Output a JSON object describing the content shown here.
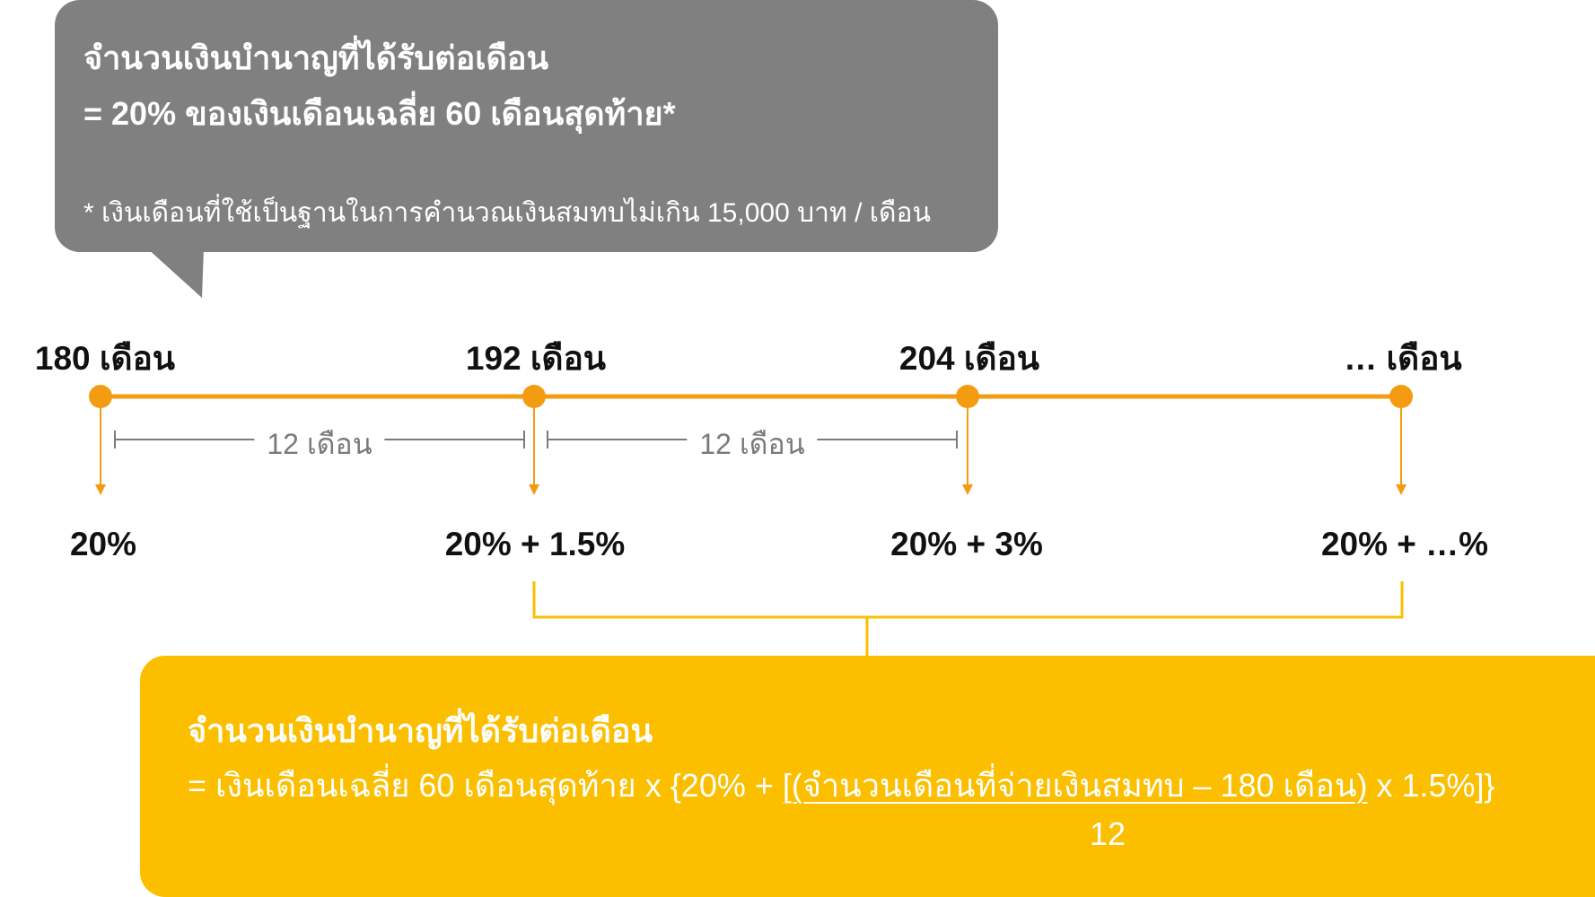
{
  "bubble": {
    "title": "จำนวนเงินบำนาญที่ได้รับต่อเดือน",
    "formula": "= 20% ของเงินเดือนเฉลี่ย 60 เดือนสุดท้าย*",
    "note": "* เงินเดือนที่ใช้เป็นฐานในการคำนวณเงินสมทบไม่เกิน 15,000 บาท / เดือน",
    "color": "#808080"
  },
  "timeline": {
    "line_color": "#f39c12",
    "milestones": [
      {
        "label": "180 เดือน",
        "rate": "20%"
      },
      {
        "label": "192 เดือน",
        "rate": "20% + 1.5%"
      },
      {
        "label": "204 เดือน",
        "rate": "20% + 3%"
      },
      {
        "label": "… เดือน",
        "rate": "20% + …%"
      }
    ],
    "intervals": [
      "12 เดือน",
      "12 เดือน"
    ]
  },
  "formula_box": {
    "color": "#fbbf00",
    "title": "จำนวนเงินบำนาญที่ได้รับต่อเดือน",
    "prefix": "= เงินเดือนเฉลี่ย 60 เดือนสุดท้าย x {20% + ",
    "numerator": "[(จำนวนเดือนที่จ่ายเงินสมทบ – 180 เดือน)",
    "suffix": " x 1.5%]}",
    "denominator": "12"
  }
}
